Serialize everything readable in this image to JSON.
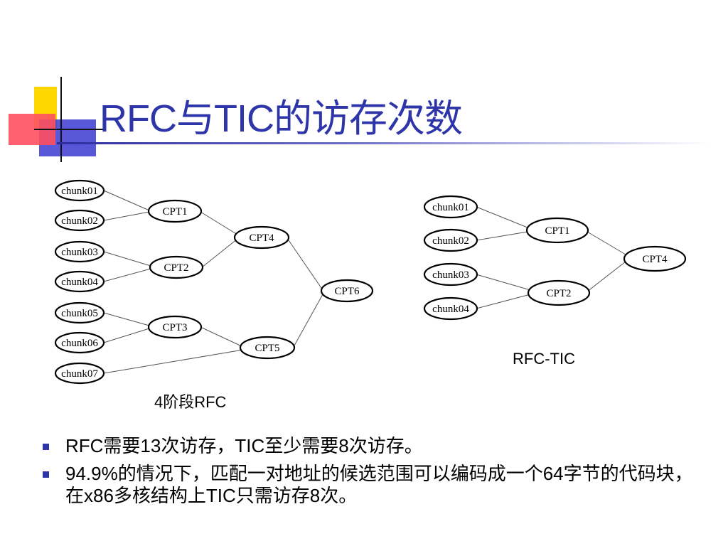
{
  "title": "RFC与TIC的访存次数",
  "colors": {
    "title": "#2d35a8",
    "bullet": "#2d35a8",
    "deco_yellow": "#ffd700",
    "deco_red": "#ff5060",
    "deco_blue": "#3a3ad0"
  },
  "diagram_rfc4": {
    "caption": "4阶段RFC",
    "nodes": {
      "chunk01": "chunk01",
      "chunk02": "chunk02",
      "chunk03": "chunk03",
      "chunk04": "chunk04",
      "chunk05": "chunk05",
      "chunk06": "chunk06",
      "chunk07": "chunk07",
      "cpt1": "CPT1",
      "cpt2": "CPT2",
      "cpt3": "CPT3",
      "cpt4": "CPT4",
      "cpt5": "CPT5",
      "cpt6": "CPT6"
    }
  },
  "diagram_rfctic": {
    "caption": "RFC-TIC",
    "nodes": {
      "chunk01": "chunk01",
      "chunk02": "chunk02",
      "chunk03": "chunk03",
      "chunk04": "chunk04",
      "cpt1": "CPT1",
      "cpt2": "CPT2",
      "cpt4": "CPT4"
    }
  },
  "bullets": [
    "RFC需要13次访存，TIC至少需要8次访存。",
    "94.9%的情况下，匹配一对地址的候选范围可以编码成一个64字节的代码块，在x86多核结构上TIC只需访存8次。"
  ]
}
